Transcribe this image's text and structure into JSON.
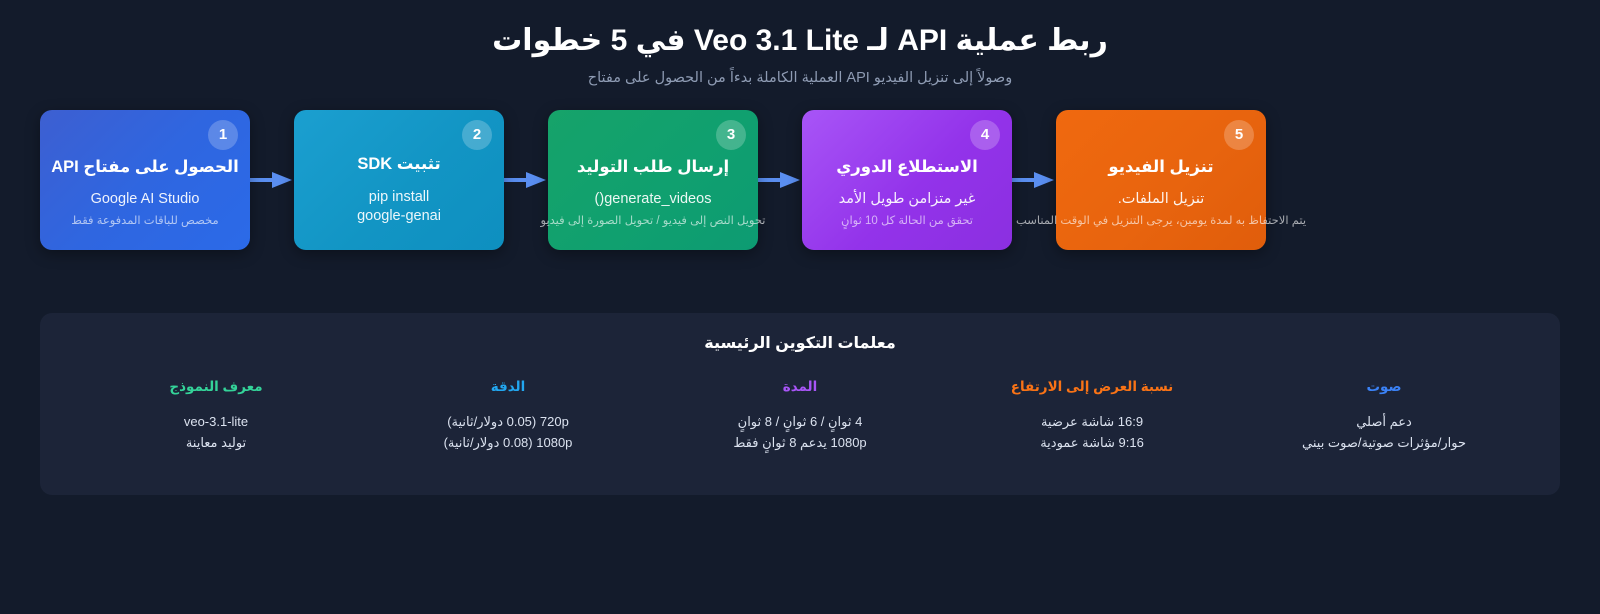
{
  "header": {
    "title": "ربط عملية API لـ Veo 3.1 Lite في 5 خطوات",
    "subtitle": "وصولاً إلى تنزيل الفيديو API العملية الكاملة بدءاً من الحصول على مفتاح"
  },
  "colors": {
    "background": "#131b2b",
    "panel": "#1c2438",
    "arrow": "#5a8ef0",
    "step1": "#2f66e0",
    "step2": "#1295c4",
    "step3": "#10a06f",
    "step4": "#9333ea",
    "step5": "#e8640e",
    "label_model": "#34d399",
    "label_resolution": "#22a7f0",
    "label_duration": "#a855f7",
    "label_aspect": "#f97316",
    "label_audio": "#3b82f6"
  },
  "steps": [
    {
      "number": "1",
      "title": "الحصول على مفتاح API",
      "code_line1": "Google AI Studio",
      "code_line2": "",
      "note": "مخصص للباقات المدفوعة فقط"
    },
    {
      "number": "2",
      "title": "تثبيت SDK",
      "code_line1": "pip install",
      "code_line2": "google-genai",
      "note": ""
    },
    {
      "number": "3",
      "title": "إرسال طلب التوليد",
      "code_line1": "generate_videos()",
      "code_line2": "",
      "note": "تحويل النص إلى فيديو / تحويل الصورة إلى فيديو"
    },
    {
      "number": "4",
      "title": "الاستطلاع الدوري",
      "code_line1": "غير متزامن طويل الأمد",
      "code_line2": "",
      "note": "تحقق من الحالة كل 10 ثوانٍ"
    },
    {
      "number": "5",
      "title": "تنزيل الفيديو",
      "code_line1": "تنزيل الملفات.",
      "code_line2": "",
      "note": "يتم الاحتفاظ به لمدة يومين، يرجى التنزيل في الوقت المناسب"
    }
  ],
  "panel": {
    "title": "معلمات التكوين الرئيسية",
    "params": [
      {
        "label": "معرف النموذج",
        "value1": "veo-3.1-lite",
        "value2": "توليد معاينة"
      },
      {
        "label": "الدقة",
        "value1": "720p (0.05 دولار/ثانية)",
        "value2": "1080p (0.08 دولار/ثانية)"
      },
      {
        "label": "المدة",
        "value1": "4 ثوانٍ / 6 ثوانٍ / 8 ثوانٍ",
        "value2": "1080p يدعم 8 ثوانٍ فقط"
      },
      {
        "label": "نسبة العرض إلى الارتفاع",
        "value1": "16:9 شاشة عرضية",
        "value2": "9:16 شاشة عمودية"
      },
      {
        "label": "صوت",
        "value1": "دعم أصلي",
        "value2": "حوار/مؤثرات صوتية/صوت بيني"
      }
    ]
  }
}
